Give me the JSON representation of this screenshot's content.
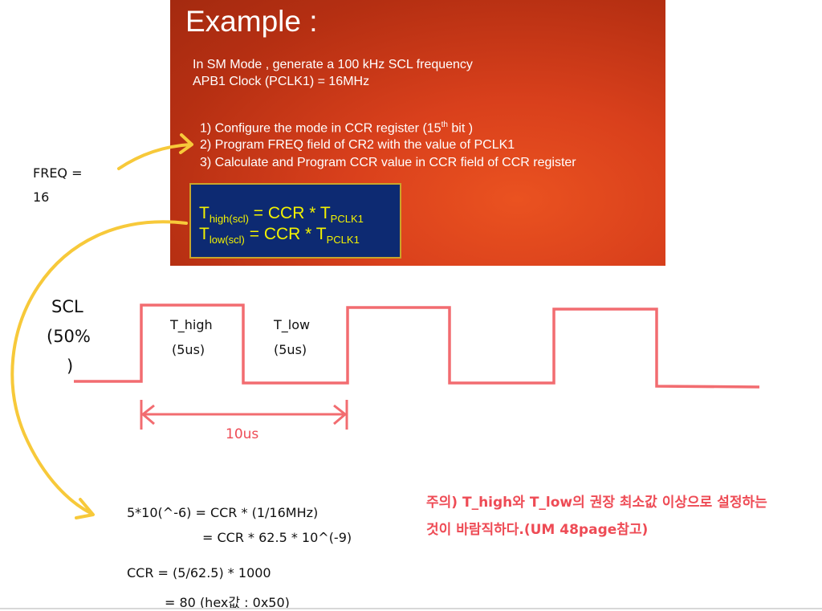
{
  "slide": {
    "title": "Example :",
    "line1": "In SM Mode , generate a 100 kHz  SCL frequency",
    "line2": "APB1 Clock (PCLK1) = 16MHz",
    "step1_pre": "1)  Configure the mode in CCR register (15",
    "step1_sup": "th",
    "step1_post": " bit )",
    "step2": "2)  Program FREQ field of CR2 with the value of PCLK1",
    "step3": "3)  Calculate and Program CCR value in CCR field of CCR register",
    "formula1": {
      "t": "T",
      "sub1": "high(scl)",
      "mid": " = CCR * T",
      "sub2": "PCLK1"
    },
    "formula2": {
      "t": "T",
      "sub1": "low(scl)",
      "mid": " = CCR * T",
      "sub2": "PCLK1"
    }
  },
  "freq_note": {
    "line1": "FREQ =",
    "line2": "16"
  },
  "scl": {
    "label_line1": "SCL",
    "label_line2": "(50%",
    "label_line3": ")",
    "t_high": "T_high",
    "t_high_val": "(5us)",
    "t_low": "T_low",
    "t_low_val": "(5us)",
    "period": "10us"
  },
  "calc": {
    "line1": "5*10(^-6) = CCR * (1/16MHz)",
    "line2": "= CCR * 62.5 * 10^(-9)",
    "line3": "CCR = (5/62.5) * 1000",
    "line4": "= 80 (hex값 : 0x50)"
  },
  "warning": {
    "line1": "주의) T_high와 T_low의 권장 최소값 이상으로 설정하는",
    "line2": "것이 바람직하다.(UM 48page참고)"
  },
  "colors": {
    "wave": "#f26c70",
    "arrow": "#f7c93a",
    "formula_text": "#f2f200",
    "warning": "#ee4b55"
  }
}
